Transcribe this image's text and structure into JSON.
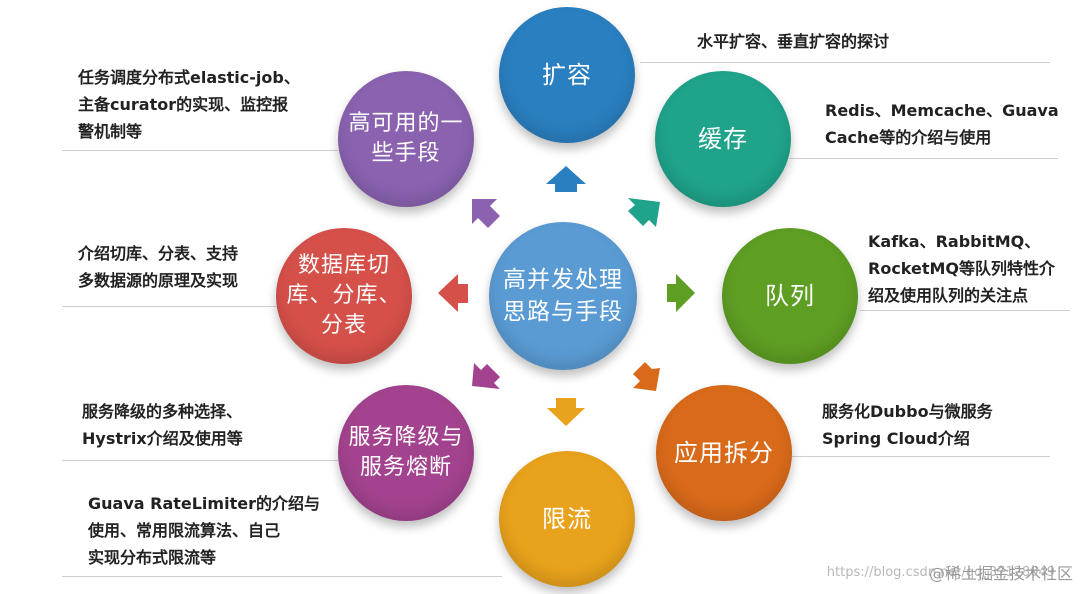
{
  "center": {
    "text": "高并发处理\n思路与手段",
    "color": "#5a9bd4"
  },
  "topics": [
    {
      "id": "scale",
      "label": "扩容",
      "color": "#2a7fc0",
      "note": "水平扩容、垂直扩容的探讨"
    },
    {
      "id": "cache",
      "label": "缓存",
      "color": "#1fa38a",
      "note": "Redis、Memcache、Guava\nCache等的介绍与使用"
    },
    {
      "id": "queue",
      "label": "队列",
      "color": "#5e9e23",
      "note": "Kafka、RabbitMQ、\nRocketMQ等队列特性介\n绍及使用队列的关注点"
    },
    {
      "id": "split",
      "label": "应用拆分",
      "color": "#d96a1a",
      "note": "服务化Dubbo与微服务\nSpring Cloud介绍"
    },
    {
      "id": "limit",
      "label": "限流",
      "color": "#e8a21c",
      "note": "Guava RateLimiter的介绍与\n使用、常用限流算法、自己\n实现分布式限流等"
    },
    {
      "id": "degrade",
      "label": "服务降级与\n服务熔断",
      "color": "#a3438f",
      "note": "服务降级的多种选择、\nHystrix介绍及使用等"
    },
    {
      "id": "db",
      "label": "数据库切\n库、分库、\n分表",
      "color": "#d6504a",
      "note": "介绍切库、分表、支持\n多数据源的原理及实现"
    },
    {
      "id": "ha",
      "label": "高可用的一\n些手段",
      "color": "#8a62b0",
      "note": "任务调度分布式elastic-job、\n主备curator的实现、监控报\n警机制等"
    }
  ],
  "watermark": "@稀土掘金技术社区",
  "watermark_url": "https://blog.csdn.net/qq_37128049"
}
